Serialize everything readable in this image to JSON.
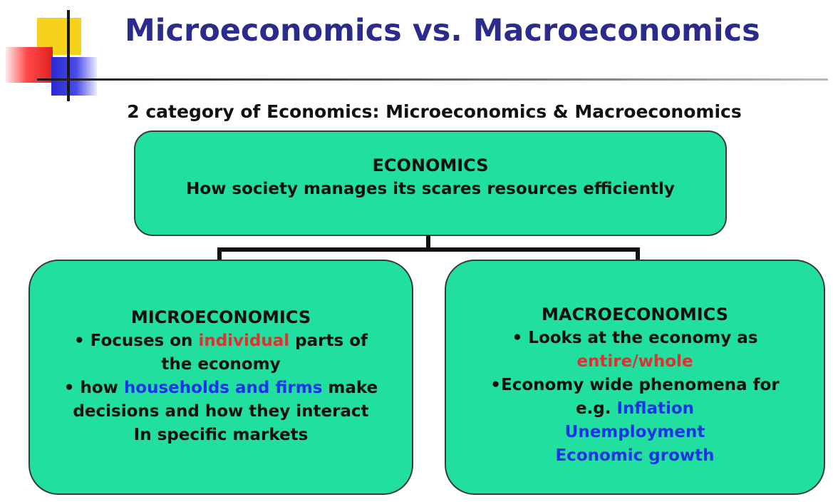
{
  "title": "Microeconomics vs. Macroeconomics",
  "subtitle": "2 category of Economics: Microeconomics & Macroeconomics",
  "economics": {
    "heading": "ECONOMICS",
    "description": "How society manages its scares resources efficiently"
  },
  "micro": {
    "heading": "MICROECONOMICS",
    "b1_prefix": "• Focuses on ",
    "b1_highlight": "individual",
    "b1_suffix": " parts of",
    "b1_line2": "the economy",
    "b2_prefix": "• how ",
    "b2_highlight": "households and firms",
    "b2_suffix": " make",
    "b2_line2": "decisions and how they interact",
    "b2_line3": "In specific markets"
  },
  "macro": {
    "heading": "MACROECONOMICS",
    "b1_line1": "• Looks at the economy as",
    "b1_highlight": "entire/whole",
    "b2_line1": "•Economy wide phenomena for",
    "b2_prefix": "e.g. ",
    "examples": [
      "Inflation",
      "Unemployment",
      "Economic growth"
    ]
  },
  "colors": {
    "title": "#2b2b8c",
    "box_fill": "#20df9f",
    "highlight_red": "#e03030",
    "highlight_blue": "#1a33e8"
  }
}
